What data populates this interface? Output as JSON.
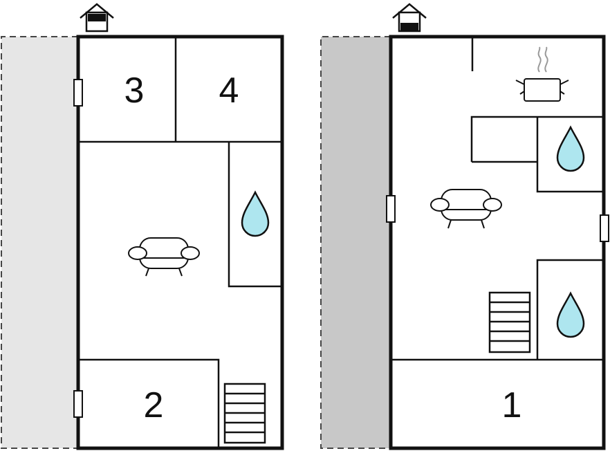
{
  "floors": [
    {
      "name": "upper-floor",
      "floor_indicator": "upper",
      "terrace_shade": "#e6e6e6",
      "rooms": [
        {
          "id": "room-3",
          "number": "3"
        },
        {
          "id": "room-4",
          "number": "4"
        },
        {
          "id": "room-2",
          "number": "2"
        }
      ],
      "icons": [
        "sofa-icon",
        "water-drop-icon",
        "stairs-icon",
        "door-icon"
      ]
    },
    {
      "name": "ground-floor",
      "floor_indicator": "ground",
      "terrace_shade": "#c8c8c8",
      "rooms": [
        {
          "id": "room-1",
          "number": "1"
        }
      ],
      "icons": [
        "sofa-icon",
        "cooking-pot-icon",
        "water-drop-icon",
        "stairs-icon",
        "door-icon"
      ]
    }
  ],
  "colors": {
    "wall": "#111111",
    "water": "#aee6ef",
    "background": "#ffffff"
  }
}
